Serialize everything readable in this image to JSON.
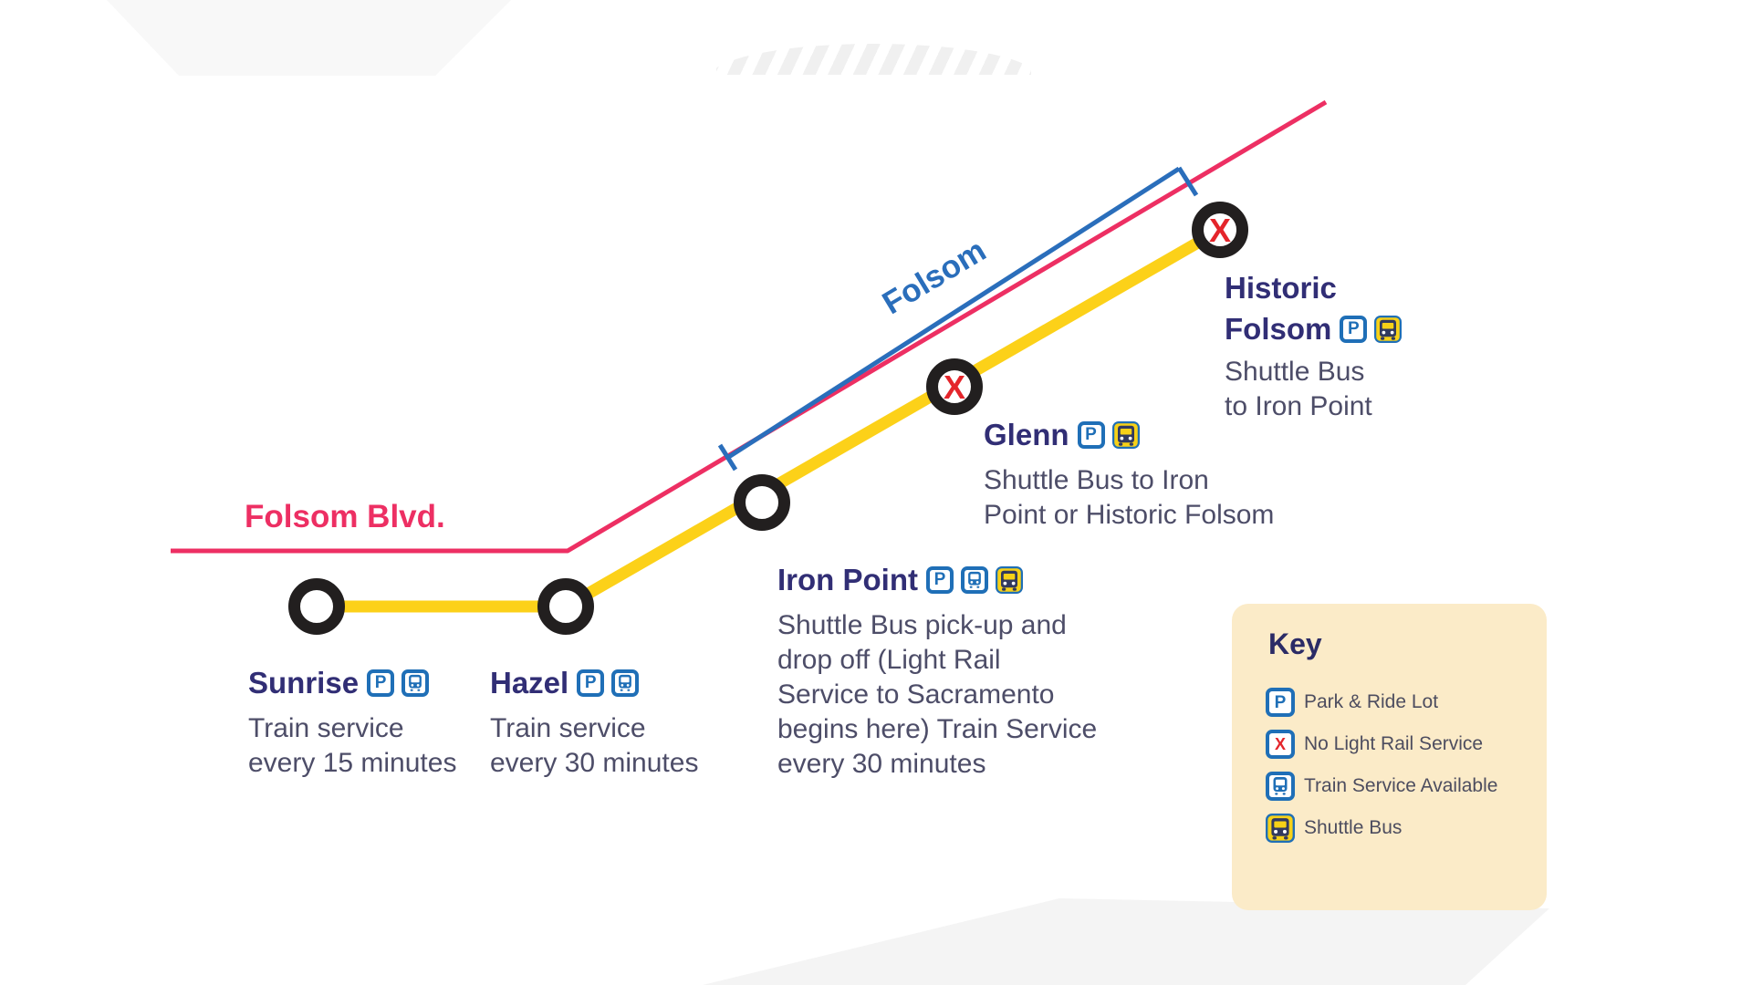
{
  "labels": {
    "road": "Folsom Blvd.",
    "city_bracket": "Folsom"
  },
  "glyphs": {
    "park": "P",
    "no_service": "X"
  },
  "stations": [
    {
      "name": "Sunrise",
      "icons": [
        "park",
        "train"
      ],
      "no_service": false,
      "lines": [
        "Train service",
        "every 15 minutes"
      ]
    },
    {
      "name": "Hazel",
      "icons": [
        "park",
        "train"
      ],
      "no_service": false,
      "lines": [
        "Train service",
        "every 30 minutes"
      ]
    },
    {
      "name": "Iron Point",
      "icons": [
        "park",
        "train",
        "bus"
      ],
      "no_service": false,
      "lines": [
        "Shuttle Bus pick-up and",
        "drop off (Light Rail",
        "Service to Sacramento",
        "begins here) Train Service",
        "every 30 minutes"
      ]
    },
    {
      "name": "Glenn",
      "icons": [
        "park",
        "bus"
      ],
      "no_service": true,
      "lines": [
        "Shuttle Bus to Iron",
        "Point or Historic Folsom"
      ]
    },
    {
      "name": "Historic Folsom",
      "name_lines": [
        "Historic",
        "Folsom"
      ],
      "icons": [
        "park",
        "bus"
      ],
      "no_service": true,
      "lines": [
        "Shuttle Bus",
        "to Iron Point"
      ]
    }
  ],
  "key": {
    "title": "Key",
    "items": [
      {
        "icon": "park",
        "label": "Park & Ride Lot"
      },
      {
        "icon": "no_service",
        "label": "No Light Rail Service"
      },
      {
        "icon": "train",
        "label": "Train Service Available"
      },
      {
        "icon": "bus",
        "label": "Shuttle Bus"
      }
    ]
  },
  "colors": {
    "rail_line": "#fcd119",
    "road_line": "#ed2f63",
    "bracket_blue": "#2a6ebb",
    "station_ring": "#221f1f",
    "no_service_x": "#e4252b",
    "title_text": "#312e75",
    "body_text": "#4d4d68",
    "key_background": "#fbebc8",
    "icon_blue": "#1f6fb7",
    "bus_yellow": "#f7d117"
  }
}
